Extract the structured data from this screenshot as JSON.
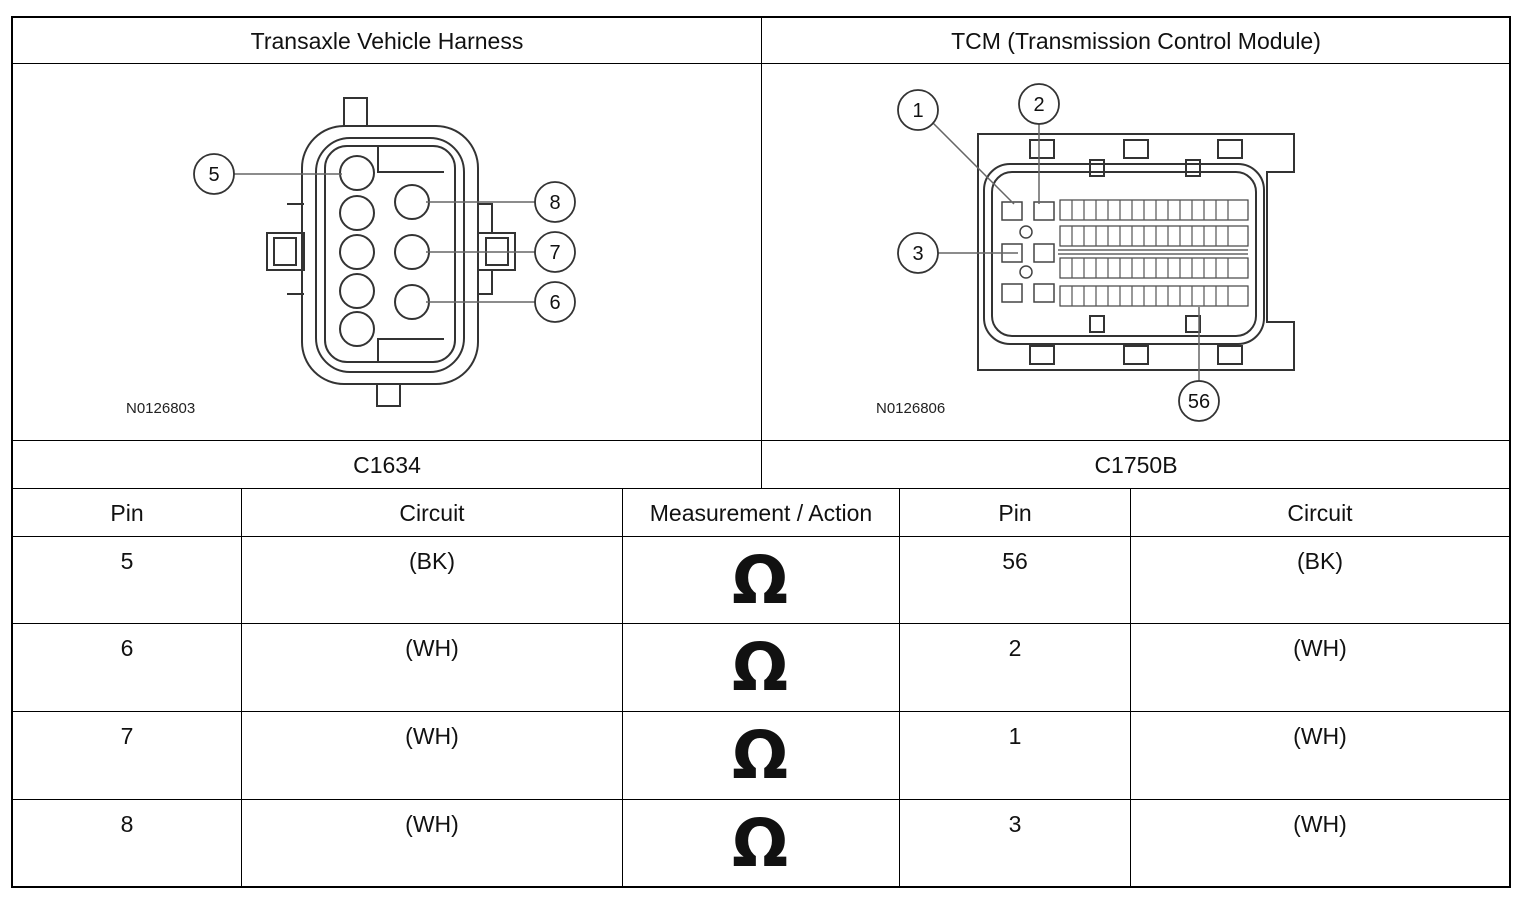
{
  "header": {
    "left_title": "Transaxle Vehicle Harness",
    "right_title": "TCM (Transmission Control Module)"
  },
  "diagrams": {
    "left": {
      "code": "N0126803",
      "callouts": [
        "5",
        "8",
        "7",
        "6"
      ]
    },
    "right": {
      "code": "N0126806",
      "callouts": [
        "1",
        "2",
        "3",
        "56"
      ]
    }
  },
  "connectors": {
    "left": "C1634",
    "right": "C1750B"
  },
  "table": {
    "headers": [
      "Pin",
      "Circuit",
      "Measurement / Action",
      "Pin",
      "Circuit"
    ],
    "rows": [
      {
        "pin_a": "5",
        "circuit_a": "(BK)",
        "action": "Ω",
        "pin_b": "56",
        "circuit_b": "(BK)"
      },
      {
        "pin_a": "6",
        "circuit_a": "(WH)",
        "action": "Ω",
        "pin_b": "2",
        "circuit_b": "(WH)"
      },
      {
        "pin_a": "7",
        "circuit_a": "(WH)",
        "action": "Ω",
        "pin_b": "1",
        "circuit_b": "(WH)"
      },
      {
        "pin_a": "8",
        "circuit_a": "(WH)",
        "action": "Ω",
        "pin_b": "3",
        "circuit_b": "(WH)"
      }
    ]
  }
}
